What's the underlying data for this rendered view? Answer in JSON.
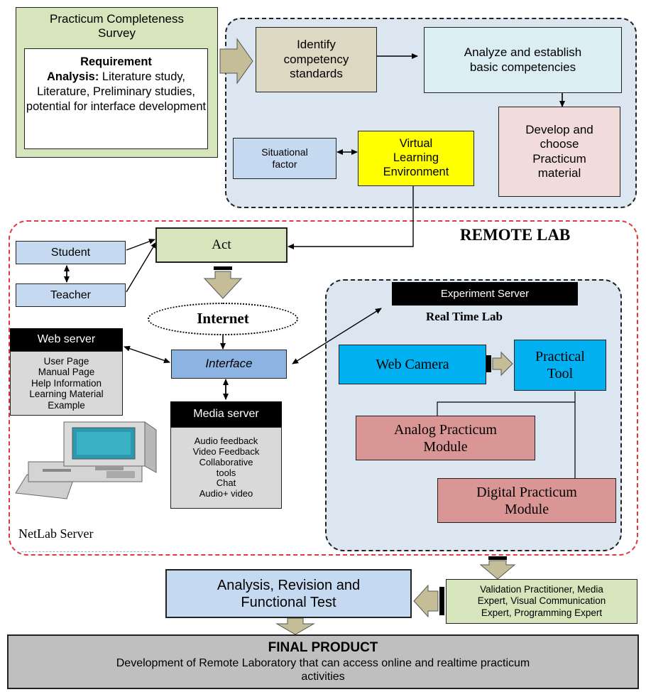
{
  "survey": {
    "title": "Practicum Completeness\nSurvey",
    "req_bold": "Requirement\nAnalysis:",
    "req_text": " Literature study, Literature, Preliminary studies, potential for interface development"
  },
  "competency": {
    "identify": "Identify\ncompetency\nstandards",
    "analyze": "Analyze and establish\nbasic competencies",
    "develop": "Develop and\nchoose\nPracticum\nmaterial",
    "situational": "Situational\nfactor",
    "vle": "Virtual\nLearning\nEnvironment"
  },
  "remote_lab": {
    "title": "REMOTE LAB",
    "student": "Student",
    "teacher": "Teacher",
    "act": "Act",
    "internet": "Internet",
    "interface": "Interface",
    "web_server_title": "Web server",
    "web_server_items": "User Page\nManual Page\nHelp Information\nLearning Material\nExample",
    "media_server_title": "Media server",
    "media_server_items": "Audio feedback\nVideo Feedback\nCollaborative\ntools\nChat\nAudio+ video",
    "netlab": "NetLab Server",
    "experiment_server": "Experiment Server",
    "real_time_lab": "Real Time Lab",
    "web_camera": "Web Camera",
    "practical_tool": "Practical\nTool",
    "analog_module": "Analog Practicum\nModule",
    "digital_module": "Digital Practicum\nModule"
  },
  "bottom": {
    "analysis": "Analysis, Revision and\nFunctional Test",
    "validation": "Validation Practitioner, Media\nExpert, Visual Communication\nExpert, Programming Expert",
    "final_title": "FINAL PRODUCT",
    "final_text": "Development of Remote Laboratory that can access online and realtime practicum\nactivities"
  },
  "colors": {
    "green": "#d6e5bc",
    "blue": "#c5d9f1",
    "tan": "#ddd8c2",
    "pink": "#f2dcdb",
    "yellow": "#ffff00",
    "cyan": "#00b0f0",
    "rose": "#da9694",
    "interface": "#8db3e2",
    "grey": "#d9d9d9",
    "final": "#bfbfbf",
    "arrow": "#c4bd97"
  }
}
